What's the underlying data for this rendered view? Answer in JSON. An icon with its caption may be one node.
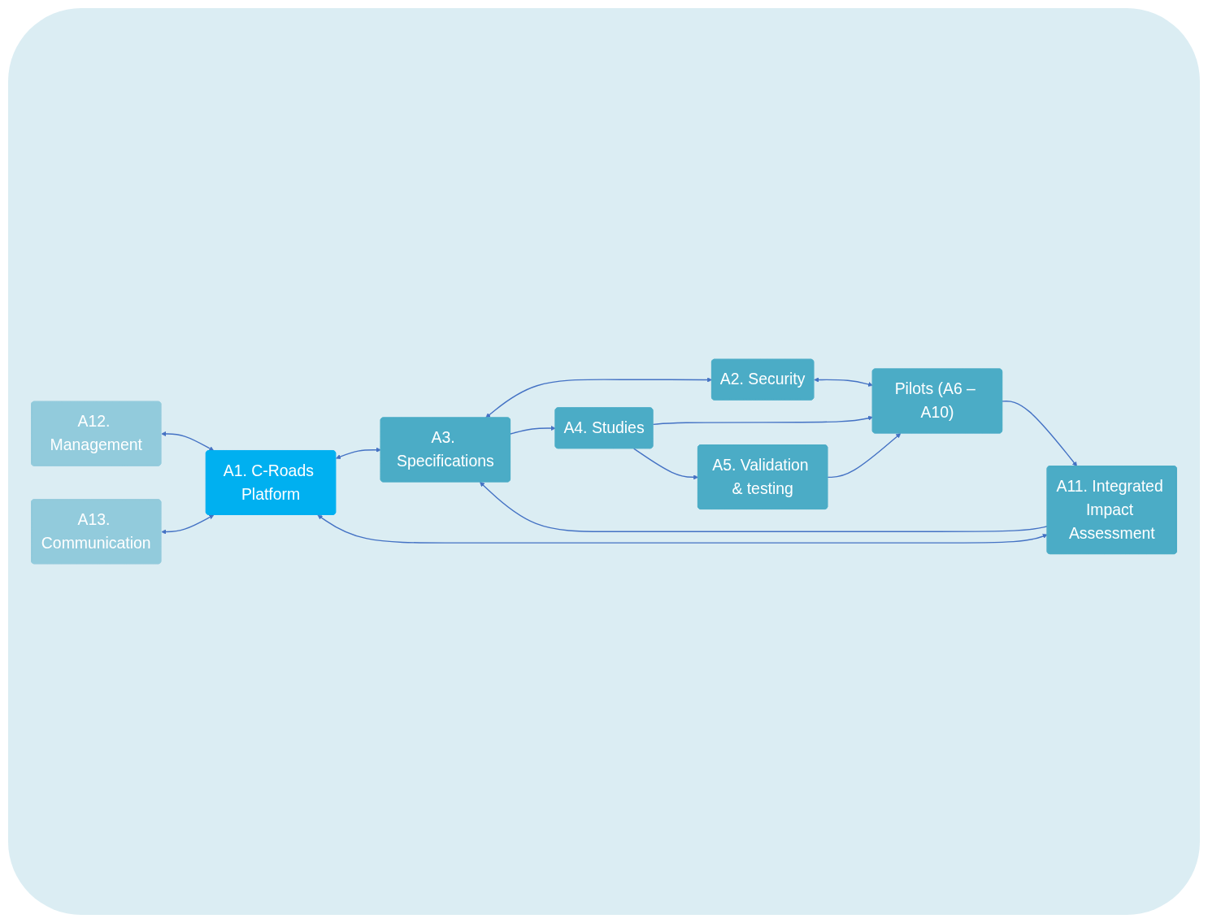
{
  "diagram": {
    "nodes": [
      {
        "text": [
          "A12. Management"
        ]
      },
      {
        "text": [
          "A1. C-Roads Platform"
        ]
      },
      {
        "text": [
          "A2. Security"
        ]
      },
      {
        "text": [
          "A3. Specifications"
        ]
      },
      {
        "text": [
          "A4. Studies"
        ]
      },
      {
        "text": [
          "Pilots (A6 – A10)"
        ]
      },
      {
        "text": [
          "A5. Validation & testing"
        ]
      },
      {
        "text": [
          "A11. Integrated Impact Assessment"
        ]
      },
      {
        "text": [
          "A13. Communication"
        ]
      }
    ],
    "edges": [
      {
        "from": 0,
        "to": 1,
        "arrow": "both"
      },
      {
        "from": 8,
        "to": 1,
        "arrow": "both"
      },
      {
        "from": 3,
        "to": 2,
        "arrow": "both"
      },
      {
        "from": 2,
        "to": 5,
        "arrow": "both"
      },
      {
        "from": 3,
        "to": 4,
        "arrow": "to"
      },
      {
        "from": 4,
        "to": 5,
        "arrow": "to"
      },
      {
        "from": 4,
        "to": 6,
        "arrow": "to"
      },
      {
        "from": 6,
        "to": 5,
        "arrow": "to"
      },
      {
        "from": 5,
        "to": 7,
        "arrow": "to"
      },
      {
        "from": 7,
        "to": 3,
        "arrow": "to"
      },
      {
        "from": 1,
        "to": 3,
        "arrow": "both"
      },
      {
        "from": 1,
        "to": 7,
        "arrow": "both"
      }
    ]
  }
}
